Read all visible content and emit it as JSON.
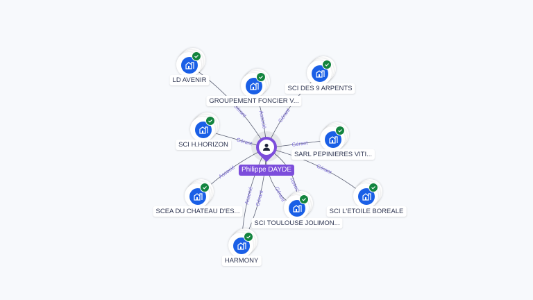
{
  "center": {
    "name": "Philippe DAYDE",
    "icon": "person-icon",
    "color": "#7c4ddb"
  },
  "companies": [
    {
      "id": "ld",
      "name": "LD AVENIR",
      "verified": true
    },
    {
      "id": "gfv",
      "name": "GROUPEMENT FONCIER V...",
      "verified": true
    },
    {
      "id": "arp",
      "name": "SCI DES 9 ARPENTS",
      "verified": true
    },
    {
      "id": "hor",
      "name": "SCI H.HORIZON",
      "verified": true
    },
    {
      "id": "sarl",
      "name": "SARL PEPINIERES VITI...",
      "verified": true
    },
    {
      "id": "scea",
      "name": "SCEA DU CHATEAU D'ES...",
      "verified": true
    },
    {
      "id": "tou",
      "name": "SCI TOULOUSE JOLIMON...",
      "verified": true
    },
    {
      "id": "eto",
      "name": "SCI L'ETOILE BOREALE",
      "verified": true
    },
    {
      "id": "har",
      "name": "HARMONY",
      "verified": true
    }
  ],
  "edges": [
    {
      "to": "ld",
      "label": "Gérant"
    },
    {
      "to": "gfv",
      "label": "Associé"
    },
    {
      "to": "arp",
      "label": "Gérant"
    },
    {
      "to": "hor",
      "label": "Gérant"
    },
    {
      "to": "sarl",
      "label": "Gérant"
    },
    {
      "to": "scea",
      "label": "Associé"
    },
    {
      "to": "har",
      "label": "Gérant"
    },
    {
      "to": "har",
      "label": "Associé"
    },
    {
      "to": "tou",
      "label": "Associé"
    },
    {
      "to": "tou",
      "label": "Gérant"
    },
    {
      "to": "eto",
      "label": "Gérant"
    }
  ],
  "colors": {
    "company": "#1a5fe6",
    "check": "#13843e",
    "edge": "#5a5f73",
    "edge_label": "#7f6fd9"
  }
}
